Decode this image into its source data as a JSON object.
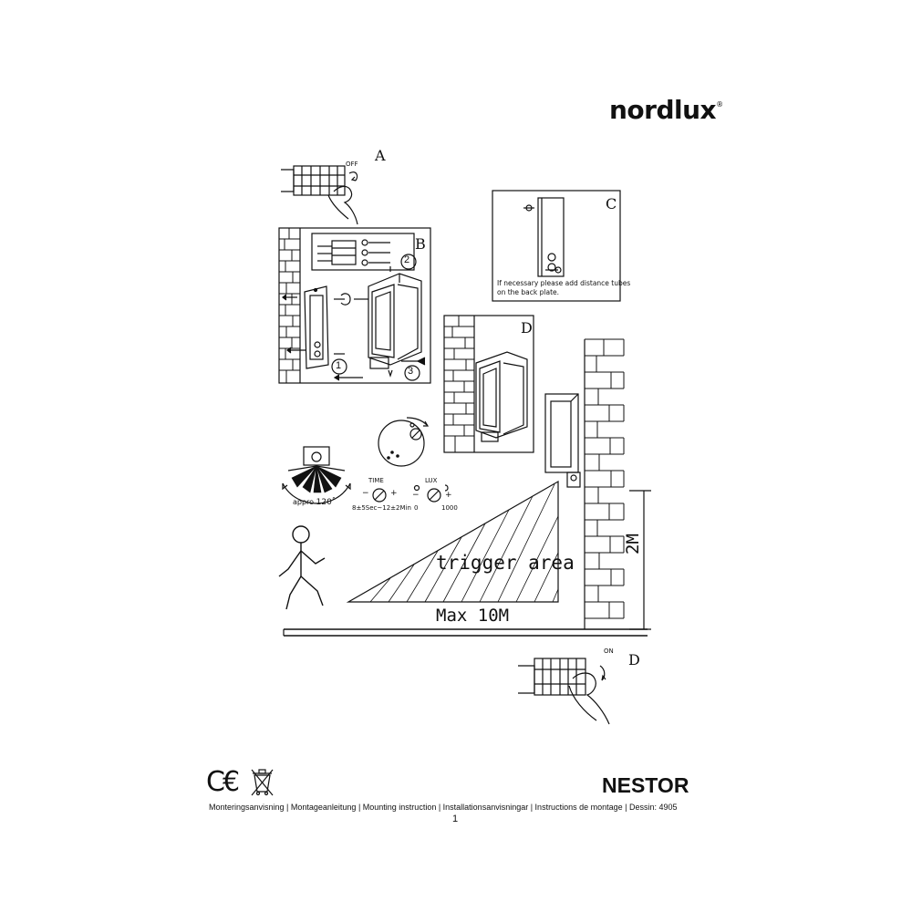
{
  "brand": {
    "name": "nordlux",
    "reg": "®"
  },
  "steps": {
    "a": {
      "letter": "A",
      "switch_label": "OFF"
    },
    "b": {
      "letter": "B",
      "num1": "1",
      "num2": "2",
      "num3": "3"
    },
    "c": {
      "letter": "C",
      "note_line1": "If necessary please add distance tubes",
      "note_line2": "on the back plate."
    },
    "d": {
      "letter": "D"
    },
    "e": {
      "letter": "D",
      "switch_label": "ON"
    }
  },
  "sensor": {
    "angle_prefix": "appro",
    "angle": "120˚",
    "time_label": "TIME",
    "time_minus": "−",
    "time_plus": "+",
    "time_range": "8±5Sec~12±2Min",
    "lux_label": "LUX",
    "lux_minus": "−",
    "lux_plus": "+",
    "lux_min": "0",
    "lux_max": "1000"
  },
  "diagram": {
    "trigger": "trigger area",
    "max_distance": "Max 10M",
    "height": "2M"
  },
  "footer": {
    "marks": "C€",
    "product": "NESTOR",
    "languages": "Monteringsanvisning | Montageanleitung | Mounting instruction | Installationsanvisningar | Instructions de montage | Dessin: 4905",
    "page": "1"
  }
}
